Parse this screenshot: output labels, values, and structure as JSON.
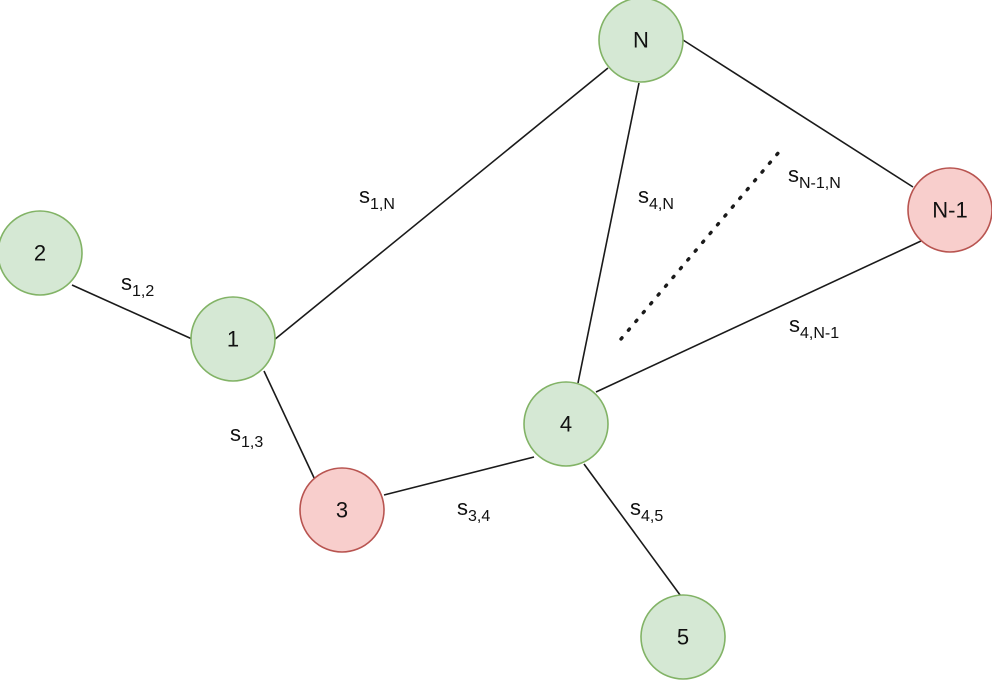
{
  "colors": {
    "node_green_fill": "#d5e8d4",
    "node_green_stroke": "#82b366",
    "node_red_fill": "#f8cecc",
    "node_red_stroke": "#b85450",
    "edge": "#1a1a1a"
  },
  "nodes": {
    "n2": {
      "label": "2"
    },
    "n1": {
      "label": "1"
    },
    "n3": {
      "label": "3"
    },
    "n4": {
      "label": "4"
    },
    "n5": {
      "label": "5"
    },
    "nN": {
      "label": "N"
    },
    "nN1": {
      "label": "N-1"
    }
  },
  "edges": {
    "s12": {
      "base": "s",
      "sub": "1,2"
    },
    "s1N": {
      "base": "s",
      "sub": "1,N"
    },
    "s13": {
      "base": "s",
      "sub": "1,3"
    },
    "s34": {
      "base": "s",
      "sub": "3,4"
    },
    "s45": {
      "base": "s",
      "sub": "4,5"
    },
    "s4N": {
      "base": "s",
      "sub": "4,N"
    },
    "s4N1": {
      "base": "s",
      "sub": "4,N-1"
    },
    "sN1N": {
      "base": "s",
      "sub": "N-1,N"
    }
  }
}
